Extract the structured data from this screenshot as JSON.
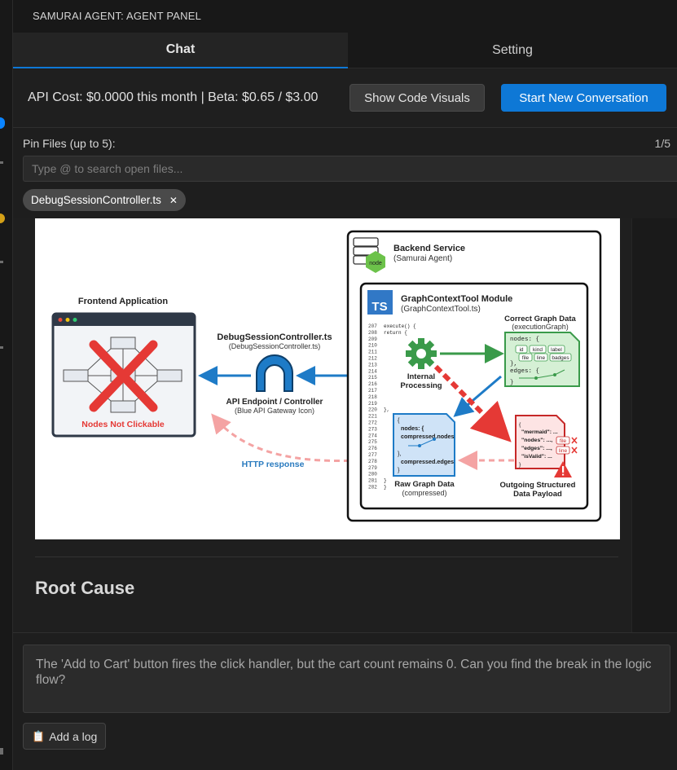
{
  "panel": {
    "title": "SAMURAI AGENT: AGENT PANEL"
  },
  "tabs": {
    "chat": "Chat",
    "setting": "Setting"
  },
  "toolbar": {
    "api_cost": "API Cost: $0.0000 this month | Beta: $0.65 / $3.00",
    "show_visuals": "Show Code Visuals",
    "new_conversation": "Start New Conversation"
  },
  "pin_files": {
    "label": "Pin Files (up to 5):",
    "count": "1/5",
    "placeholder": "Type @ to search open files...",
    "chips": [
      "DebugSessionController.ts"
    ]
  },
  "diagram": {
    "frontend_title": "Frontend Application",
    "frontend_error": "Nodes Not Clickable",
    "controller_title": "DebugSessionController.ts",
    "controller_sub": "(DebugSessionController.ts)",
    "endpoint_title": "API Endpoint / Controller",
    "endpoint_sub": "(Blue API Gateway Icon)",
    "http_response": "HTTP response",
    "backend_title": "Backend Service",
    "backend_sub": "(Samurai Agent)",
    "node_logo": "node",
    "ts_logo": "TS",
    "module_title": "GraphContextTool Module",
    "module_sub": "(GraphContextTool.ts)",
    "code_lines": [
      "207",
      "208",
      "209",
      "210",
      "211",
      "212",
      "213",
      "214",
      "215",
      "216",
      "217",
      "218",
      "219",
      "220",
      "221",
      "272",
      "273",
      "274",
      "275",
      "276",
      "277",
      "278",
      "279",
      "280",
      "281",
      "282"
    ],
    "code_text": [
      "execute() {",
      "  return {",
      "",
      "",
      "",
      "",
      "",
      "",
      "",
      "",
      "",
      "",
      "",
      "},",
      "",
      "",
      "",
      "",
      "",
      "",
      "",
      "",
      "",
      "",
      "}",
      "}"
    ],
    "internal_processing": [
      "Internal",
      "Processing"
    ],
    "correct_title": "Correct Graph Data",
    "correct_sub": "(executionGraph)",
    "correct_nodes": "nodes: {",
    "correct_edges": "edges: {",
    "correct_brace_close": "},",
    "correct_end": "}",
    "tags": [
      "id",
      "kind",
      "label",
      "file",
      "line",
      "badges"
    ],
    "raw_title": "Raw Graph Data",
    "raw_sub": "(compressed)",
    "raw_lines": [
      "{",
      "nodes: {",
      "compressed.nodes",
      "},",
      "compressed.edges",
      "}"
    ],
    "payload_title": [
      "Outgoing Structured",
      "Data Payload"
    ],
    "payload_lines": [
      "{",
      "\"mermaid\": ...",
      "\"nodes\": ...,",
      "\"edges\": ...,",
      "\"isValid\": ...",
      "}"
    ],
    "payload_tags": [
      "file",
      "line"
    ]
  },
  "content": {
    "heading": "Root Cause"
  },
  "composer": {
    "message": "The 'Add to Cart' button fires the click handler, but the cart count remains 0. Can you find the break in the logic flow?",
    "add_log": "Add a log",
    "add_log_icon": "clipboard-icon"
  },
  "colors": {
    "accent": "#0e78d6",
    "error": "#e53935",
    "success": "#43a047",
    "node_green": "#6cc24a",
    "ts_blue": "#3178c6"
  }
}
